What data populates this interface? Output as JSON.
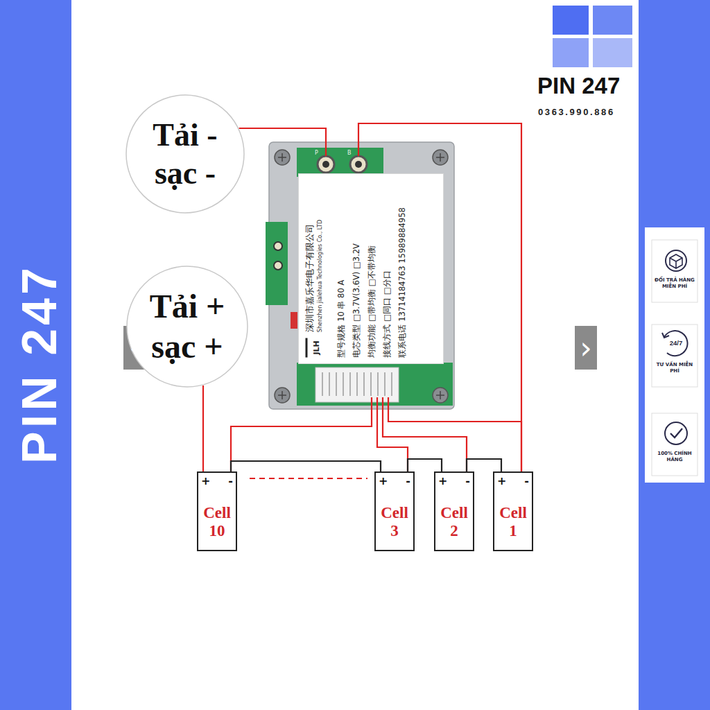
{
  "diagram": {
    "nodes": [
      {
        "text": [
          "Tải - sạc -"
        ]
      },
      {
        "text": [
          "Tải + sạc +"
        ]
      },
      {
        "text": [
          "JLH",
          "深圳市嘉乐华电子有限公司",
          "Shenzhen jialehua Technologies Co., LTD",
          "型号规格 10 串 80 A",
          "电芯类型 □3.7V(3.6V) □3.2V",
          "均衡功能 □带均衡 □不带均衡",
          "接线方式 □同口 □分口",
          "联系电话 13714184763 15989884958"
        ]
      },
      {
        "text": [
          "+",
          "-",
          "Cell 10"
        ]
      },
      {
        "text": [
          "+",
          "-",
          "Cell 3"
        ]
      },
      {
        "text": [
          "+",
          "-",
          "Cell 2"
        ]
      },
      {
        "text": [
          "+",
          "-",
          "Cell 1"
        ]
      }
    ],
    "edges": [
      {
        "from": 0,
        "to": 2,
        "arrow": "none"
      },
      {
        "from": 1,
        "to": 3,
        "arrow": "none"
      },
      {
        "from": 2,
        "to": 6,
        "arrow": "none"
      },
      {
        "from": 2,
        "to": 3,
        "arrow": "none"
      },
      {
        "from": 2,
        "to": 4,
        "arrow": "none"
      },
      {
        "from": 2,
        "to": 5,
        "arrow": "none"
      },
      {
        "from": 2,
        "to": 6,
        "arrow": "none"
      },
      {
        "from": 3,
        "to": 4,
        "arrow": "none"
      },
      {
        "from": 4,
        "to": 5,
        "arrow": "none"
      },
      {
        "from": 5,
        "to": 6,
        "arrow": "none"
      }
    ],
    "labels": [
      "PIN 247",
      "PIN 247",
      "0363.990.886",
      "P",
      "B",
      "‹",
      "›",
      "ĐỔI TRẢ HÀNG MIỄN PHÍ",
      "24/7",
      "TƯ VẤN MIỄN PHÍ",
      "100% CHÍNH HÃNG"
    ]
  }
}
